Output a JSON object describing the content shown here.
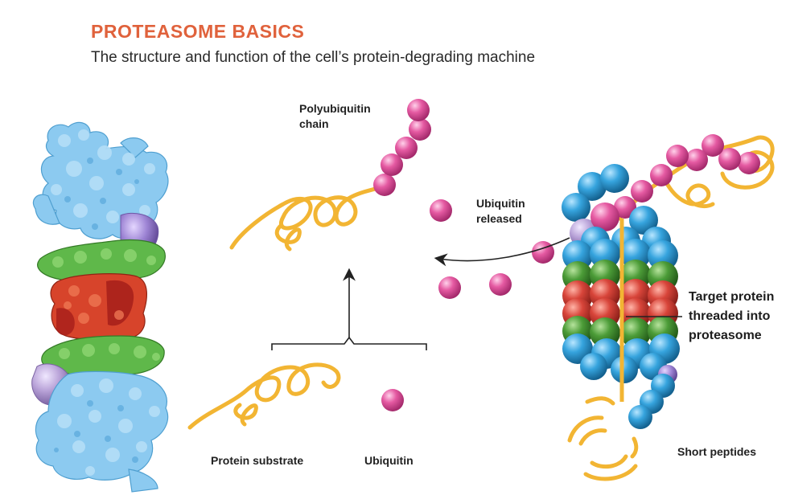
{
  "header": {
    "title": "PROTEASOME BASICS",
    "subtitle": "The structure and function of the cell’s protein-degrading machine"
  },
  "labels": {
    "polyubiquitin_line1": "Polyubiquitin",
    "polyubiquitin_line2": "chain",
    "ubiquitin_released_line1": "Ubiquitin",
    "ubiquitin_released_line2": "released",
    "protein_substrate": "Protein substrate",
    "ubiquitin": "Ubiquitin",
    "target_line1": "Target protein",
    "target_line2": "threaded into",
    "target_line3": "proteasome",
    "short_peptides": "Short peptides"
  },
  "colors": {
    "title": "#e0623c",
    "ubiquitin_pink": "#e0559c",
    "protein_yellow": "#f2b533",
    "subunit_blue": "#3aa8df",
    "subunit_green": "#4f9e3b",
    "subunit_red": "#d8453a",
    "subunit_lilac": "#b9a3d8",
    "surface_lightblue": "#8cc7ec",
    "surface_green": "#5fb84a",
    "surface_red": "#d7442b",
    "surface_purple": "#a98fd0"
  }
}
